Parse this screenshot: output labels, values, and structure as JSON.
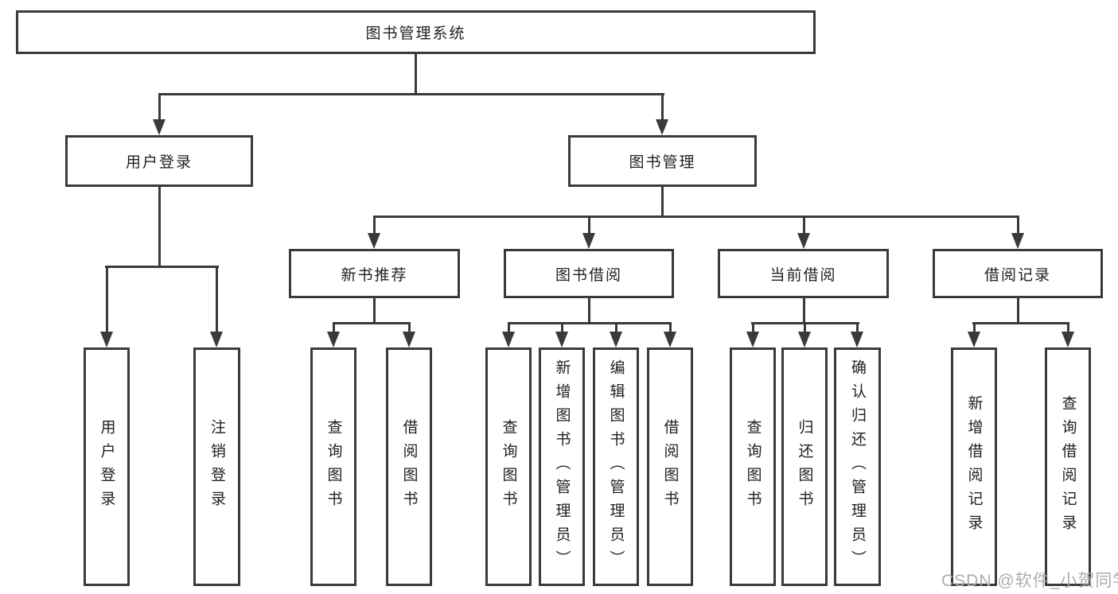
{
  "diagram": {
    "root": {
      "label": "图书管理系统"
    },
    "level1": [
      {
        "label": "用户登录"
      },
      {
        "label": "图书管理"
      }
    ],
    "level2": [
      {
        "label": "新书推荐"
      },
      {
        "label": "图书借阅"
      },
      {
        "label": "当前借阅"
      },
      {
        "label": "借阅记录"
      }
    ],
    "leaves": {
      "userLogin": [
        {
          "label": "用户登录"
        },
        {
          "label": "注销登录"
        }
      ],
      "newBooks": [
        {
          "label": "查询图书"
        },
        {
          "label": "借阅图书"
        }
      ],
      "bookBorrow": [
        {
          "label": "查询图书"
        },
        {
          "label": "新增图书（管理员）"
        },
        {
          "label": "编辑图书（管理员）"
        },
        {
          "label": "借阅图书"
        }
      ],
      "currentBorrow": [
        {
          "label": "查询图书"
        },
        {
          "label": "归还图书"
        },
        {
          "label": "确认归还（管理员）"
        }
      ],
      "borrowRecords": [
        {
          "label": "新增借阅记录"
        },
        {
          "label": "查询借阅记录"
        }
      ]
    }
  },
  "watermark": {
    "text": "CSDN @软件_小贺同学"
  },
  "colors": {
    "line": "#3a3a3a",
    "text": "#212121",
    "background": "#ffffff",
    "watermark": "#adadad"
  }
}
